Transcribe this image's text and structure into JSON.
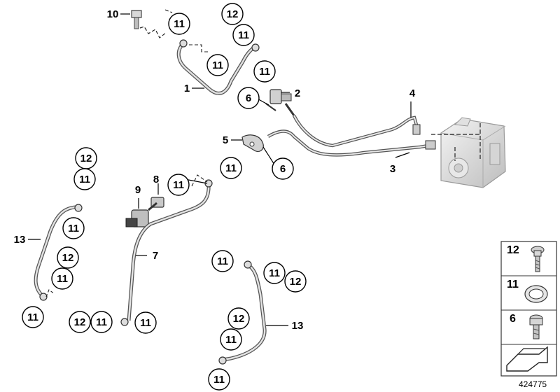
{
  "diagram": {
    "diagram_id": "424775",
    "callouts": [
      {
        "id": "c-10",
        "label": "10"
      },
      {
        "id": "c-11-a",
        "label": "11"
      },
      {
        "id": "c-11-b",
        "label": "11"
      },
      {
        "id": "c-12-a",
        "label": "12"
      },
      {
        "id": "c-11-c",
        "label": "11"
      },
      {
        "id": "c-11-d",
        "label": "11"
      },
      {
        "id": "c-1",
        "label": "1"
      },
      {
        "id": "c-6-a",
        "label": "6"
      },
      {
        "id": "c-2",
        "label": "2"
      },
      {
        "id": "c-4",
        "label": "4"
      },
      {
        "id": "c-5",
        "label": "5"
      },
      {
        "id": "c-11-e",
        "label": "11"
      },
      {
        "id": "c-6-b",
        "label": "6"
      },
      {
        "id": "c-3",
        "label": "3"
      },
      {
        "id": "c-12-b",
        "label": "12"
      },
      {
        "id": "c-11-f",
        "label": "11"
      },
      {
        "id": "c-8",
        "label": "8"
      },
      {
        "id": "c-9",
        "label": "9"
      },
      {
        "id": "c-11-g",
        "label": "11"
      },
      {
        "id": "c-11-h",
        "label": "11"
      },
      {
        "id": "c-13-a",
        "label": "13"
      },
      {
        "id": "c-12-c",
        "label": "12"
      },
      {
        "id": "c-11-i",
        "label": "11"
      },
      {
        "id": "c-7",
        "label": "7"
      },
      {
        "id": "c-11-j",
        "label": "11"
      },
      {
        "id": "c-11-k",
        "label": "11"
      },
      {
        "id": "c-11-l",
        "label": "11"
      },
      {
        "id": "c-12-d",
        "label": "12"
      },
      {
        "id": "c-12-e",
        "label": "12"
      },
      {
        "id": "c-11-m",
        "label": "11"
      },
      {
        "id": "c-11-n",
        "label": "11"
      },
      {
        "id": "c-12-f",
        "label": "12"
      },
      {
        "id": "c-13-b",
        "label": "13"
      },
      {
        "id": "c-11-o",
        "label": "11"
      },
      {
        "id": "c-11-p",
        "label": "11"
      }
    ],
    "legend": [
      {
        "label": "12",
        "icon": "banjo-bolt-icon"
      },
      {
        "label": "11",
        "icon": "sealing-ring-icon"
      },
      {
        "label": "6",
        "icon": "hex-socket-screw-icon"
      },
      {
        "label": "",
        "icon": "direction-arrow-icon"
      }
    ]
  }
}
